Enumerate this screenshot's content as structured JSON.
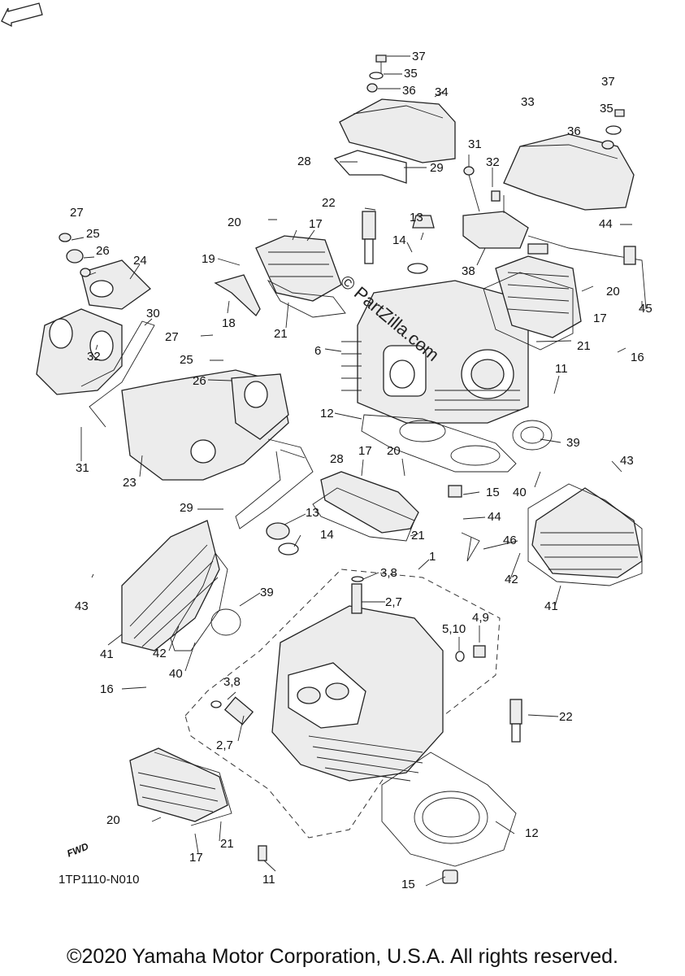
{
  "diagram": {
    "watermark": "© PartZilla.com",
    "reference_code": "1TP1110-N010",
    "direction_badge": "FWD",
    "copyright": "©2020 Yamaha Motor Corporation, U.S.A. All rights reserved.",
    "callouts": [
      "37",
      "35",
      "36",
      "34",
      "33",
      "37",
      "35",
      "36",
      "28",
      "29",
      "31",
      "32",
      "22",
      "13",
      "20",
      "17",
      "27",
      "25",
      "26",
      "24",
      "19",
      "14",
      "44",
      "38",
      "20",
      "45",
      "18",
      "21",
      "17",
      "21",
      "16",
      "30",
      "27",
      "32",
      "25",
      "6",
      "26",
      "11",
      "12",
      "28",
      "39",
      "23",
      "31",
      "17",
      "20",
      "15",
      "40",
      "43",
      "29",
      "13",
      "44",
      "14",
      "21",
      "46",
      "1",
      "3,8",
      "42",
      "43",
      "41",
      "39",
      "2,7",
      "41",
      "4,9",
      "5,10",
      "42",
      "40",
      "16",
      "3,8",
      "22",
      "2,7",
      "20",
      "21",
      "12",
      "17",
      "11",
      "15"
    ]
  }
}
